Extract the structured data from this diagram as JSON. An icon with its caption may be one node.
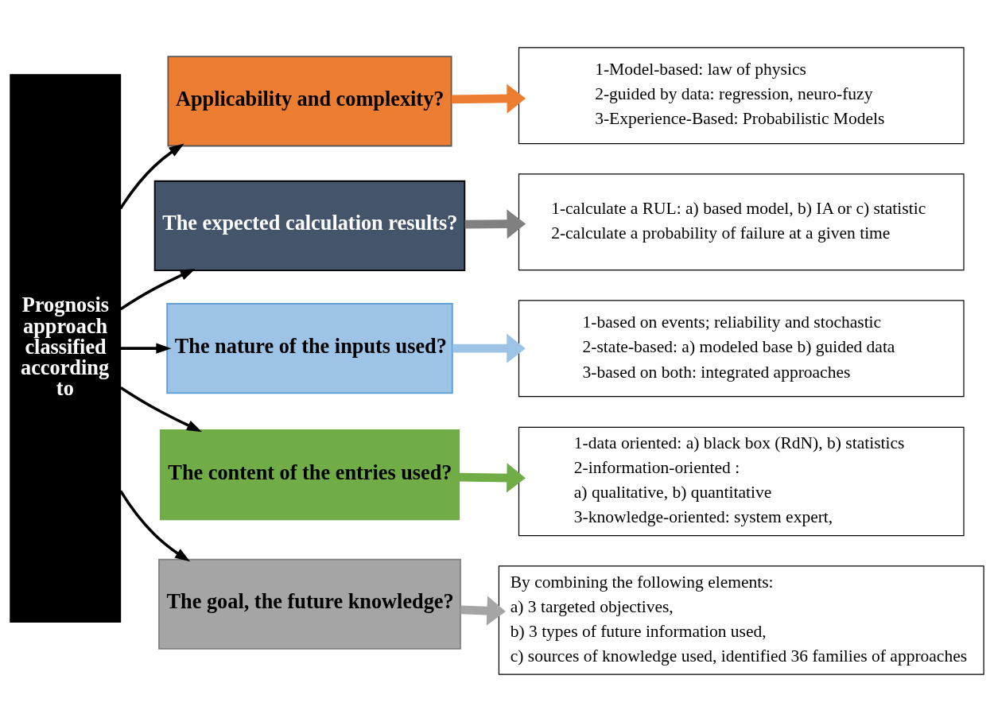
{
  "diagram": {
    "nodes": [
      {
        "text": [
          "Prognosis approach classified according to"
        ]
      },
      {
        "text": [
          "Applicability and complexity?"
        ]
      },
      {
        "text": [
          "The expected calculation results?"
        ]
      },
      {
        "text": [
          "The nature of the inputs used?"
        ]
      },
      {
        "text": [
          "The content of the entries used?"
        ]
      },
      {
        "text": [
          "The goal, the future knowledge?"
        ]
      },
      {
        "text": [
          "1-Model-based: law of physics",
          "2-guided by data: regression, neuro-fuzy",
          "3-Experience-Based: Probabilistic Models"
        ]
      },
      {
        "text": [
          "1-calculate a RUL: a) based model, b) IA or c) statistic",
          "2-calculate a probability of failure at a given time"
        ]
      },
      {
        "text": [
          "1-based on events; reliability and stochastic",
          "2-state-based: a) modeled base b) guided data",
          "3-based on both: integrated approaches"
        ]
      },
      {
        "text": [
          "1-data oriented: a) black box (RdN), b) statistics",
          "2-information-oriented :",
          "a) qualitative, b) quantitative",
          "3-knowledge-oriented: system expert,"
        ]
      },
      {
        "text": [
          "By combining the following elements:",
          "a) 3 targeted objectives,",
          "b) 3 types of future information used,",
          "c) sources of knowledge used, identified 36 families of approaches"
        ]
      }
    ],
    "edges": [
      {
        "from": 0,
        "to": 1,
        "arrow": "to"
      },
      {
        "from": 0,
        "to": 2,
        "arrow": "to"
      },
      {
        "from": 0,
        "to": 3,
        "arrow": "to"
      },
      {
        "from": 0,
        "to": 4,
        "arrow": "to"
      },
      {
        "from": 0,
        "to": 5,
        "arrow": "to"
      },
      {
        "from": 1,
        "to": 6,
        "arrow": "to",
        "style": "thick",
        "color": "#ed7d31"
      },
      {
        "from": 2,
        "to": 7,
        "arrow": "to",
        "style": "thick",
        "color": "#808080"
      },
      {
        "from": 3,
        "to": 8,
        "arrow": "to",
        "style": "thick",
        "color": "#9dc3e6"
      },
      {
        "from": 4,
        "to": 9,
        "arrow": "to",
        "style": "thick",
        "color": "#70ad47"
      },
      {
        "from": 5,
        "to": 10,
        "arrow": "to",
        "style": "thick",
        "color": "#a5a5a5"
      }
    ]
  }
}
